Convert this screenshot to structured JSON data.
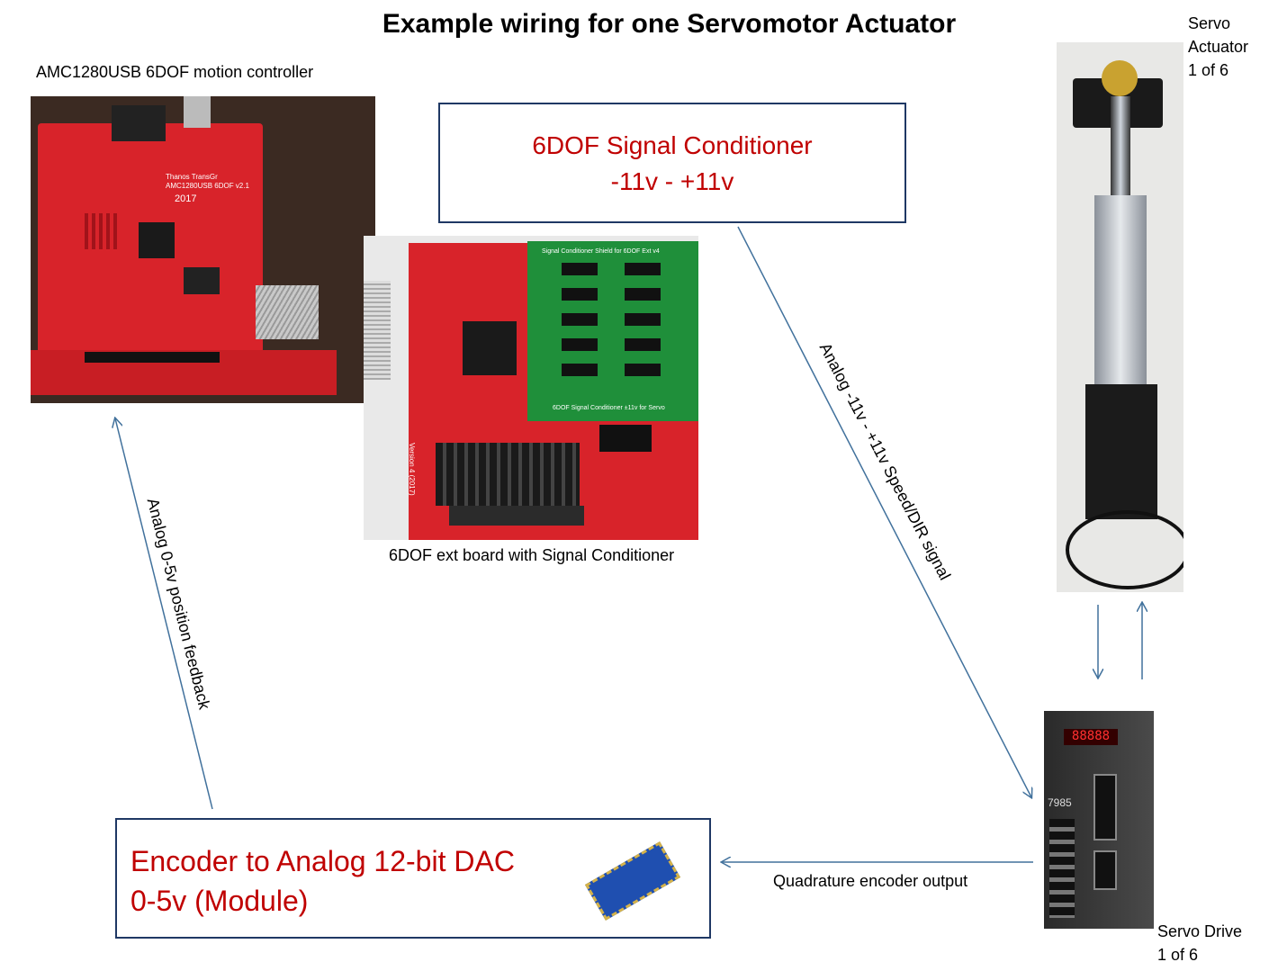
{
  "title": "Example wiring for one Servomotor Actuator",
  "labels": {
    "controller": "AMC1280USB 6DOF motion controller",
    "ext_board": "6DOF ext board with Signal Conditioner",
    "actuator_line1": "Servo",
    "actuator_line2": "Actuator",
    "actuator_line3": "1 of 6",
    "drive_line1": "Servo Drive",
    "drive_line2": "1 of 6"
  },
  "boxes": {
    "conditioner_line1": "6DOF Signal Conditioner",
    "conditioner_line2": "-11v - +11v",
    "encoder_line1": "Encoder to Analog 12-bit DAC",
    "encoder_line2": "0-5v  (Module)"
  },
  "signals": {
    "speed_dir": "Analog -11v - +11v Speed/DIR signal",
    "feedback": "Analog 0-5v position feedback",
    "quadrature": "Quadrature encoder output"
  },
  "board_text": {
    "amc_name": "Thanos TransGr",
    "amc_model": "AMC1280USB 6DOF v2.1",
    "amc_year": "2017",
    "ext_version": "Version 4 (2017)",
    "shield_title": "Signal Conditioner Shield for 6DOF Ext v4",
    "shield_label": "6DOF Signal Conditioner ±11v for Servo",
    "drive_display": "88888",
    "drive_serial": "7985"
  },
  "colors": {
    "box_border": "#1f3864",
    "box_text": "#c00000",
    "arrow": "#41719c"
  }
}
